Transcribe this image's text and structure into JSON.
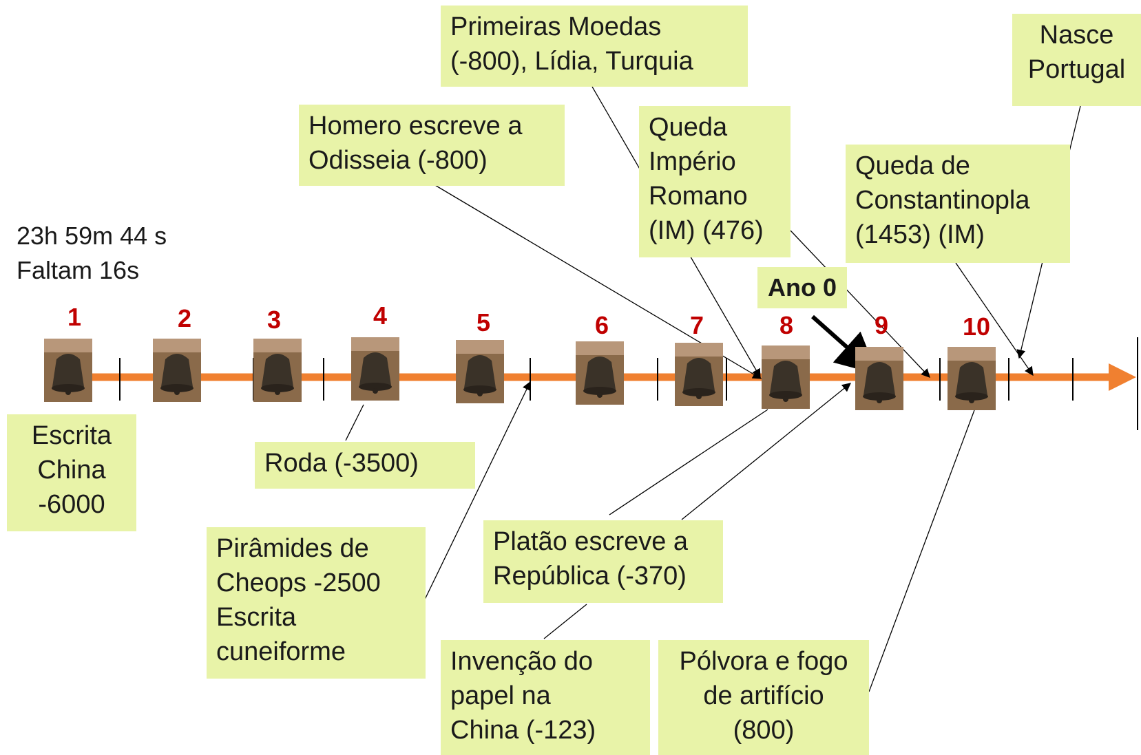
{
  "clock": {
    "time": "23h 59m 44 s",
    "remaining": "Faltam 16s"
  },
  "marker": {
    "label": "Ano 0"
  },
  "bell_numbers": [
    "1",
    "2",
    "3",
    "4",
    "5",
    "6",
    "7",
    "8",
    "9",
    "10"
  ],
  "events": {
    "escrita_china": [
      "Escrita",
      "China",
      "-6000"
    ],
    "roda": [
      "Roda (-3500)"
    ],
    "piramides": [
      "Pirâmides de",
      "Cheops  -2500",
      "Escrita",
      "cuneiforme"
    ],
    "platao": [
      "Platão escreve a",
      "República (-370)"
    ],
    "papel": [
      "Invenção do",
      "papel na",
      "China (-123)"
    ],
    "polvora": [
      "Pólvora e fogo",
      "de artifício",
      "(800)"
    ],
    "homero": [
      "Homero escreve a",
      "Odisseia (-800)"
    ],
    "moedas": [
      "Primeiras Moedas",
      "(-800), Lídia, Turquia"
    ],
    "queda_roma": [
      "Queda",
      "Império",
      "Romano",
      "(IM) (476)"
    ],
    "constantinopla": [
      "Queda de",
      "Constantinopla",
      "(1453) (IM)"
    ],
    "portugal": [
      "Nasce",
      "Portugal"
    ]
  },
  "colors": {
    "timeline": "#f08030",
    "box": "#e8f3a8",
    "numbers": "#c00000",
    "bell_bg": "#8a6a4a"
  },
  "icons": [
    "bell-icon"
  ]
}
